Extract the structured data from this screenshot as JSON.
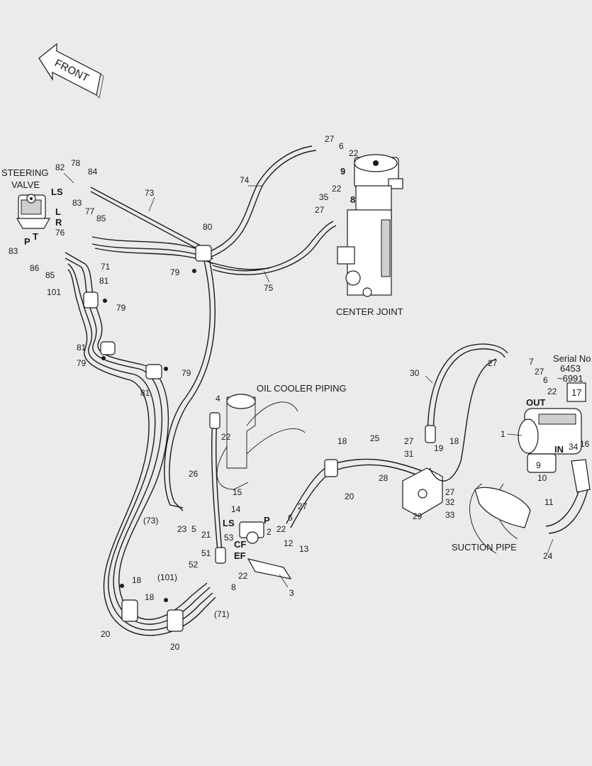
{
  "labels": {
    "front": "FRONT",
    "steering_valve": [
      "STEERING",
      "VALVE"
    ],
    "center_joint": "CENTER JOINT",
    "oil_cooler_piping": "OIL COOLER PIPING",
    "suction_pipe": "SUCTION PIPE",
    "serial": [
      "Serial No.",
      "6453",
      "~6991"
    ],
    "serial_box": "17"
  },
  "port_labels": [
    "LS",
    "L",
    "R",
    "P",
    "T",
    "LS",
    "P",
    "CF",
    "EF",
    "OUT",
    "IN",
    "9",
    "8"
  ],
  "callouts": [
    "82",
    "78",
    "84",
    "73",
    "83",
    "77",
    "85",
    "76",
    "83",
    "86",
    "85",
    "71",
    "101",
    "81",
    "79",
    "80",
    "79",
    "75",
    "74",
    "27",
    "6",
    "22",
    "22",
    "35",
    "27",
    "81",
    "79",
    "79",
    "81",
    "4",
    "22",
    "26",
    "(73)",
    "23",
    "5",
    "21",
    "15",
    "14",
    "22",
    "6",
    "27",
    "2",
    "12",
    "13",
    "53",
    "51",
    "52",
    "22",
    "8",
    "3",
    "(101)",
    "(71)",
    "18",
    "18",
    "20",
    "20",
    "18",
    "25",
    "20",
    "28",
    "27",
    "31",
    "19",
    "18",
    "27",
    "32",
    "33",
    "29",
    "30",
    "27",
    "7",
    "27",
    "6",
    "22",
    "1",
    "16",
    "34",
    "9",
    "10",
    "11",
    "24"
  ],
  "colors": {
    "background": "#ebebeb",
    "ink": "#1a1a1a"
  }
}
